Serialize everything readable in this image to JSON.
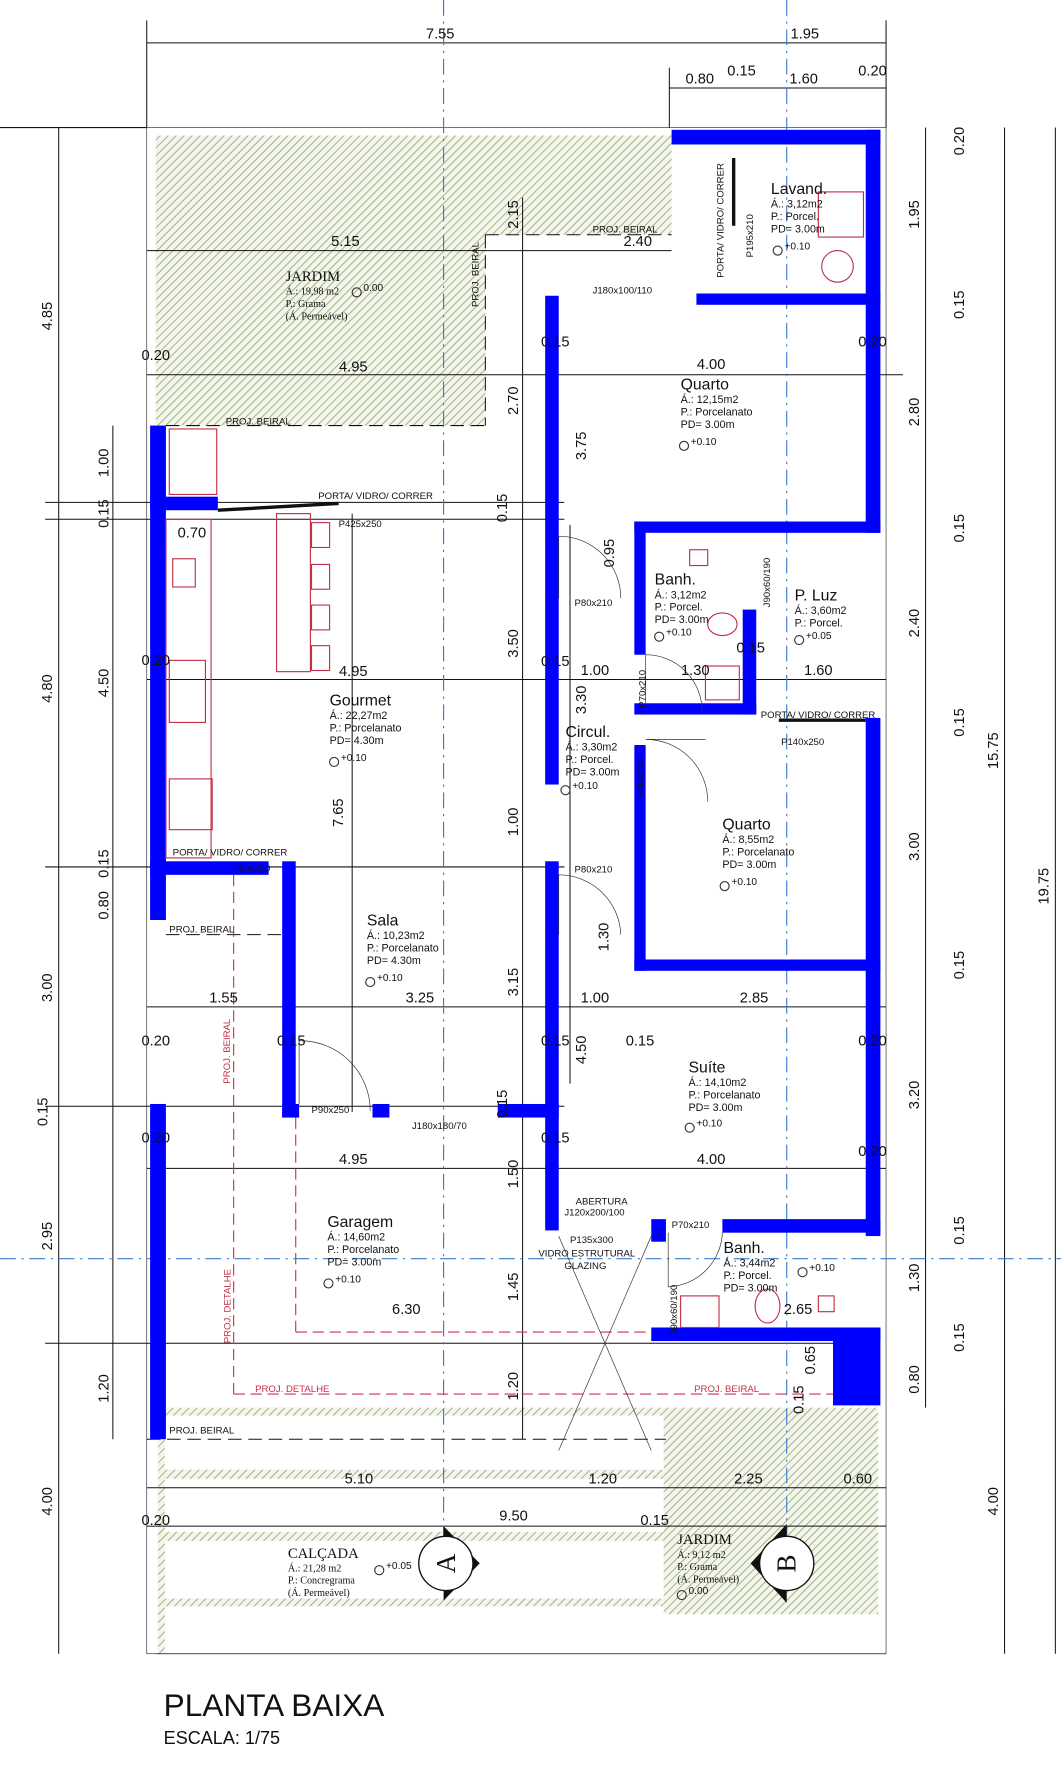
{
  "title": "PLANTA BAIXA",
  "scale": "ESCALA: 1/75",
  "colors": {
    "wall": "#0000ff",
    "furniture": "#c0304a",
    "hatch": "#8aa06a",
    "axis": "#3a7bc8"
  },
  "section_markers": [
    "A",
    "B"
  ],
  "rooms": [
    {
      "name": "JARDIM",
      "lines": [
        "Á.: 19,98 m2",
        "P.: Grama",
        "(Á. Permeável)"
      ],
      "level": "0.00"
    },
    {
      "name": "Lavand.",
      "lines": [
        "Á.: 3,12m2",
        "P.: Porcel.",
        "PD= 3.00m"
      ],
      "level": "+0.10"
    },
    {
      "name": "Quarto",
      "lines": [
        "Á.: 12,15m2",
        "P.: Porcelanato",
        "PD= 3.00m"
      ],
      "level": "+0.10"
    },
    {
      "name": "Banh.",
      "lines": [
        "Á.: 3,12m2",
        "P.: Porcel.",
        "PD= 3.00m"
      ],
      "level": "+0.10"
    },
    {
      "name": "P. Luz",
      "lines": [
        "Á.: 3,60m2",
        "P.: Porcel."
      ],
      "level": "+0.05"
    },
    {
      "name": "Gourmet",
      "lines": [
        "Á.: 22,27m2",
        "P.: Porcelanato",
        "PD= 4.30m"
      ],
      "level": "+0.10"
    },
    {
      "name": "Circul.",
      "lines": [
        "Á.: 3,30m2",
        "P.: Porcel.",
        "PD= 3.00m"
      ],
      "level": "+0.10"
    },
    {
      "name": "Quarto",
      "lines": [
        "Á.: 8,55m2",
        "P.: Porcelanato",
        "PD= 3.00m"
      ],
      "level": "+0.10"
    },
    {
      "name": "Sala",
      "lines": [
        "Á.: 10,23m2",
        "P.: Porcelanato",
        "PD= 4.30m"
      ],
      "level": "+0.10"
    },
    {
      "name": "Suíte",
      "lines": [
        "Á.: 14,10m2",
        "P.: Porcelanato",
        "PD= 3.00m"
      ],
      "level": "+0.10"
    },
    {
      "name": "Garagem",
      "lines": [
        "Á.: 14,60m2",
        "P.: Porcelanato",
        "PD= 3.00m"
      ],
      "level": "+0.10"
    },
    {
      "name": "Banh.",
      "lines": [
        "Á.: 3,44m2",
        "P.: Porcel.",
        "PD= 3.00m"
      ],
      "level": "+0.10"
    },
    {
      "name": "CALÇADA",
      "lines": [
        "Á.: 21,28 m2",
        "P.: Concregrama",
        "(Á. Permeável)"
      ],
      "level": "+0.05"
    },
    {
      "name": "JARDIM",
      "lines": [
        "Á.: 9,12 m2",
        "P.: Grama",
        "(Á. Permeável)"
      ],
      "level": "0.00"
    }
  ],
  "dimensions": [
    "7.55",
    "1.95",
    "0.80",
    "0.15",
    "1.60",
    "0.20",
    "4.85",
    "4.80",
    "3.00",
    "2.95",
    "4.00",
    "1.00",
    "0.15",
    "4.50",
    "0.15",
    "0.80",
    "0.15",
    "1.20",
    "0.20",
    "1.95",
    "0.15",
    "2.80",
    "0.15",
    "2.40",
    "0.15",
    "3.00",
    "0.15",
    "3.20",
    "0.15",
    "1.30",
    "0.15",
    "0.80",
    "15.75",
    "19.75",
    "4.00",
    "5.15",
    "2.40",
    "2.15",
    "0.20",
    "4.95",
    "0.15",
    "4.00",
    "0.20",
    "2.70",
    "3.75",
    "0.15",
    "0.95",
    "0.70",
    "0.20",
    "4.95",
    "3.50",
    "0.15",
    "1.00",
    "1.30",
    "0.15",
    "1.60",
    "3.30",
    "7.65",
    "1.00",
    "1.30",
    "1.55",
    "3.25",
    "3.15",
    "1.00",
    "2.85",
    "0.20",
    "0.15",
    "0.15",
    "4.50",
    "0.15",
    "0.20",
    "0.15",
    "0.20",
    "4.95",
    "0.15",
    "4.00",
    "0.20",
    "1.50",
    "6.30",
    "1.45",
    "2.65",
    "0.65",
    "0.15",
    "1.20",
    "5.10",
    "1.20",
    "2.25",
    "0.60",
    "0.20",
    "9.50",
    "0.15"
  ],
  "labels": [
    "PROJ. BEIRAL",
    "PROJ. BEIRAL",
    "PROJ. BEIRAL",
    "PROJ. BEIRAL",
    "PROJ. BEIRAL",
    "PROJ. BEIRAL",
    "PROJ. BEIRAL",
    "PROJ. DETALHE",
    "PROJ. DETALHE",
    "PORTA/ VIDRO/ CORRER",
    "PORTA/ VIDRO/ CORRER",
    "PORTA/ VIDRO/ CORRER",
    "PORTA/ VIDRO/ CORRER",
    "J180x100/110",
    "P195x210",
    "P425x250",
    "P80x210",
    "P70x210",
    "J90x60/190",
    "P140x250",
    "P80x210",
    "P80x250",
    "P80x210",
    "P90x250",
    "J180x180/70",
    "ABERTURA",
    "J120x200/100",
    "P70x210",
    "P135x300",
    "VIDRO ESTRUTURAL",
    "GLAZING",
    "J90x60/190"
  ]
}
